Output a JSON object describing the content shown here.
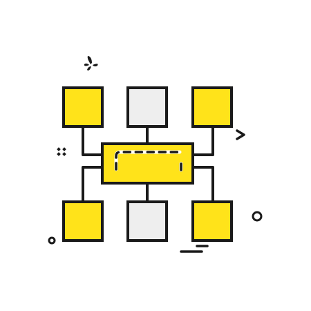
{
  "icon": {
    "name": "hierarchy-network-icon",
    "colors": {
      "stroke": "#1a1a1a",
      "yellow": "#ffe31a",
      "gray": "#eeeeee",
      "white": "#ffffff",
      "background": "#ffffff"
    },
    "nodes": [
      {
        "name": "top-left-node",
        "fill": "yellow"
      },
      {
        "name": "top-center-node",
        "fill": "gray"
      },
      {
        "name": "top-right-node",
        "fill": "yellow"
      },
      {
        "name": "bottom-left-node",
        "fill": "yellow"
      },
      {
        "name": "bottom-center-node",
        "fill": "gray"
      },
      {
        "name": "bottom-right-node",
        "fill": "yellow"
      }
    ],
    "hub": {
      "name": "central-hub",
      "fill": "yellow"
    },
    "decorations": [
      "sparkle-icon",
      "small-sparkle-icon",
      "chevron-right-icon",
      "small-circle-icon",
      "ring-icon",
      "dash-lines-icon"
    ]
  }
}
